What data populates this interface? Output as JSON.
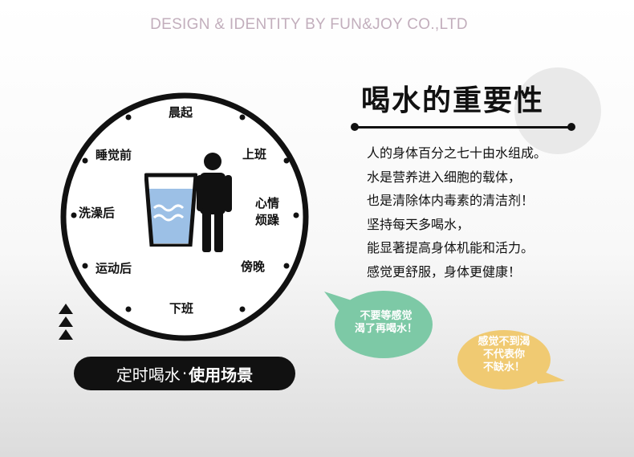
{
  "brand": "DESIGN & IDENTITY BY FUN&JOY CO.,LTD",
  "clock": {
    "labels": {
      "top": "晨起",
      "upper_right": "上班",
      "right_line1": "心情",
      "right_line2": "烦躁",
      "lower_right": "傍晚",
      "bottom": "下班",
      "lower_left": "运动后",
      "left": "洗澡后",
      "upper_left": "睡觉前"
    }
  },
  "badge": {
    "part1": "定时喝水",
    "separator": "·",
    "part2": "使用场景"
  },
  "panel": {
    "heading": "喝水的重要性",
    "lines": [
      "人的身体百分之七十由水组成。",
      "水是营养进入细胞的载体，",
      "也是清除体内毒素的清洁剂！",
      "坚持每天多喝水，",
      "能显著提高身体机能和活力。",
      "感觉更舒服，身体更健康！"
    ]
  },
  "bubbles": {
    "green": {
      "line1": "不要等感觉",
      "line2": "渴了再喝水！",
      "color": "#7dc9a6"
    },
    "yellow": {
      "line1": "感觉不到渴",
      "line2": "不代表你",
      "line3": "不缺水！",
      "color": "#f0ca72"
    }
  },
  "colors": {
    "ink": "#111111",
    "water": "#9cc0e6",
    "brand_text": "#c2aebc"
  }
}
